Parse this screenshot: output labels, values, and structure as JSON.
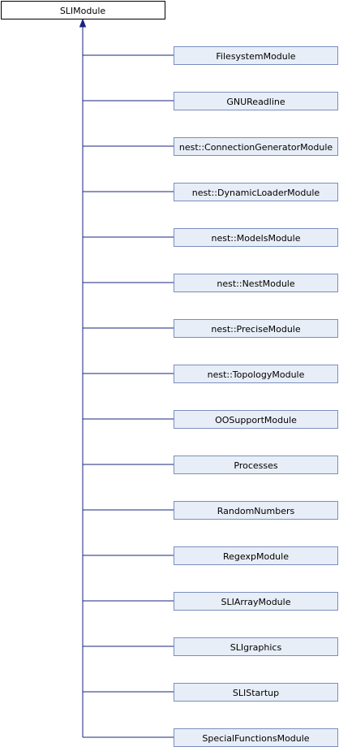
{
  "root": {
    "label": "SLIModule"
  },
  "children": [
    {
      "label": "FilesystemModule"
    },
    {
      "label": "GNUReadline"
    },
    {
      "label": "nest::ConnectionGeneratorModule"
    },
    {
      "label": "nest::DynamicLoaderModule"
    },
    {
      "label": "nest::ModelsModule"
    },
    {
      "label": "nest::NestModule"
    },
    {
      "label": "nest::PreciseModule"
    },
    {
      "label": "nest::TopologyModule"
    },
    {
      "label": "OOSupportModule"
    },
    {
      "label": "Processes"
    },
    {
      "label": "RandomNumbers"
    },
    {
      "label": "RegexpModule"
    },
    {
      "label": "SLIArrayModule"
    },
    {
      "label": "SLIgraphics"
    },
    {
      "label": "SLIStartup"
    },
    {
      "label": "SpecialFunctionsModule"
    }
  ],
  "colors": {
    "node_fill": "#e8eef7",
    "node_border": "#7a8ebd",
    "edge": "#1a237e"
  }
}
